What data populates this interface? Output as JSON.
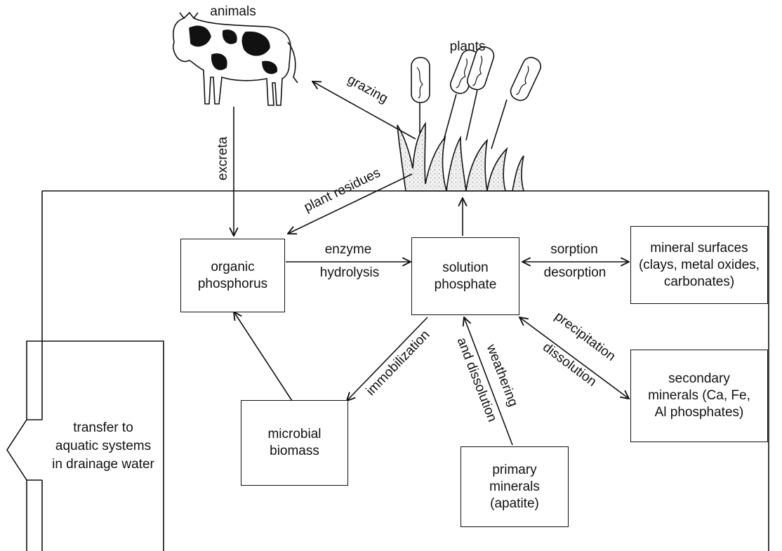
{
  "labels": {
    "animals": "animals",
    "plants": "plants",
    "grazing": "grazing",
    "excreta": "excreta",
    "plant_residues": "plant residues",
    "enzyme": "enzyme",
    "hydrolysis": "hydrolysis",
    "sorption": "sorption",
    "desorption": "desorption",
    "precipitation": "precipitation",
    "dissolution": "dissolution",
    "immobilization": "immobilization",
    "weathering": "weathering",
    "and_dissolution": "and dissolution"
  },
  "boxes": {
    "organic_phosphorus": "organic\nphosphorus",
    "solution_phosphate": "solution\nphosphate",
    "mineral_surfaces": "mineral surfaces\n(clays, metal oxides,\ncarbonates)",
    "secondary_minerals": "secondary\nminerals (Ca, Fe,\nAl phosphates)",
    "microbial_biomass": "microbial\nbiomass",
    "primary_minerals": "primary\nminerals\n(apatite)"
  },
  "drainage": {
    "text": "transfer to\naquatic systems\nin drainage water"
  },
  "icons": {
    "cow": "cow-icon",
    "plants": "cattail-plants-icon"
  }
}
